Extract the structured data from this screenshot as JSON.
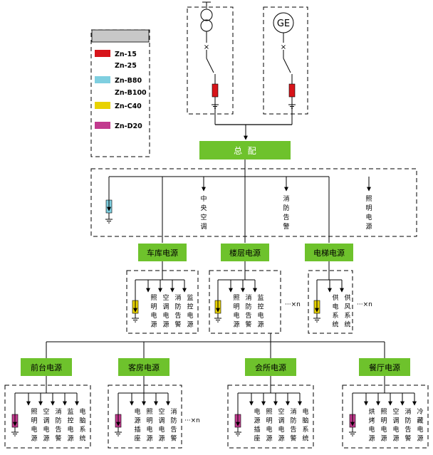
{
  "colors": {
    "zn15": "#d7141a",
    "zn25": "#ffffff",
    "znB80": "#7fcfe0",
    "znB100": "#ffffff",
    "znC40": "#e8d200",
    "znD20": "#c23a8e",
    "green": "#6ec22c",
    "legend_header": "#c8c8c8"
  },
  "legend": {
    "items": [
      {
        "label": "Zn-15",
        "color_key": "zn15"
      },
      {
        "label": "Zn-25",
        "color_key": "zn25"
      },
      {
        "label": "Zn-B80",
        "color_key": "znB80"
      },
      {
        "label": "Zn-B100",
        "color_key": "znB100"
      },
      {
        "label": "Zn-C40",
        "color_key": "znC40"
      },
      {
        "label": "Zn-D20",
        "color_key": "znD20"
      }
    ]
  },
  "sources": {
    "generator_label": "GE"
  },
  "main": {
    "label": "总  配",
    "loads": [
      "中央空调",
      "消防告警",
      "照明电源"
    ]
  },
  "level2": [
    {
      "label": "车库电源",
      "loads": [
        "照明电源",
        "空调电源",
        "消防告警",
        "监控电源"
      ],
      "multiplier": ""
    },
    {
      "label": "楼层电源",
      "loads": [
        "照明电源",
        "消防告警",
        "监控电源"
      ],
      "multiplier": "···×n"
    },
    {
      "label": "电梯电源",
      "loads": [
        "供电系统",
        "供风系统"
      ],
      "multiplier": "···×n"
    }
  ],
  "level3": [
    {
      "label": "前台电源",
      "loads": [
        "照明电源",
        "空调电源",
        "消防告警",
        "监控电源",
        "电脑系统"
      ],
      "multiplier": ""
    },
    {
      "label": "客房电源",
      "loads": [
        "电源插座",
        "照明电源",
        "空调电源",
        "消防告警"
      ],
      "multiplier": "···×n"
    },
    {
      "label": "会所电源",
      "loads": [
        "电源插座",
        "照明电源",
        "空调电源",
        "消防告警",
        "电脑系统"
      ],
      "multiplier": ""
    },
    {
      "label": "餐厅电源",
      "loads": [
        "烘烤电源",
        "照明电源",
        "空调电源",
        "消防告警",
        "冷藏电源"
      ],
      "multiplier": ""
    }
  ]
}
